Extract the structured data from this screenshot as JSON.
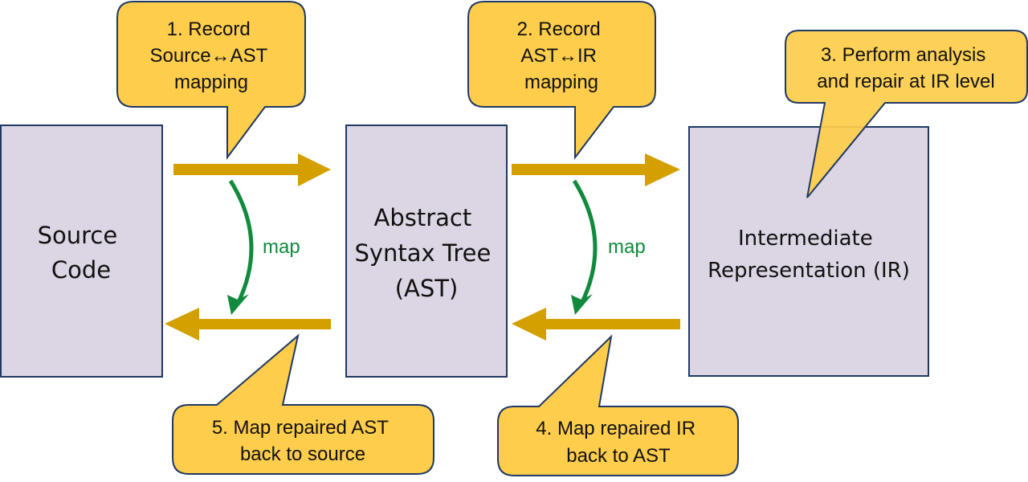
{
  "colors": {
    "box_fill": "#dcd6e4",
    "box_stroke": "#1f3864",
    "arrow": "#d4a000",
    "callout_fill": "#fdcd4b",
    "callout_stroke": "#1f3864",
    "map_arrow": "#108a3c"
  },
  "stages": [
    {
      "id": "source",
      "lines": [
        "Source",
        "Code"
      ]
    },
    {
      "id": "ast",
      "lines": [
        "Abstract",
        "Syntax Tree",
        "(AST)"
      ]
    },
    {
      "id": "ir",
      "lines": [
        "Intermediate",
        "Representation (IR)"
      ]
    }
  ],
  "map_labels": [
    "map",
    "map"
  ],
  "callouts": [
    {
      "id": "step1",
      "lines": [
        "1. Record",
        "Source↔AST",
        "mapping"
      ]
    },
    {
      "id": "step2",
      "lines": [
        "2. Record",
        "AST↔IR",
        "mapping"
      ]
    },
    {
      "id": "step3",
      "lines": [
        "3. Perform analysis",
        "and repair at IR level"
      ]
    },
    {
      "id": "step4",
      "lines": [
        "4. Map repaired IR",
        "back to AST"
      ]
    },
    {
      "id": "step5",
      "lines": [
        "5. Map repaired AST",
        "back to source"
      ]
    }
  ]
}
